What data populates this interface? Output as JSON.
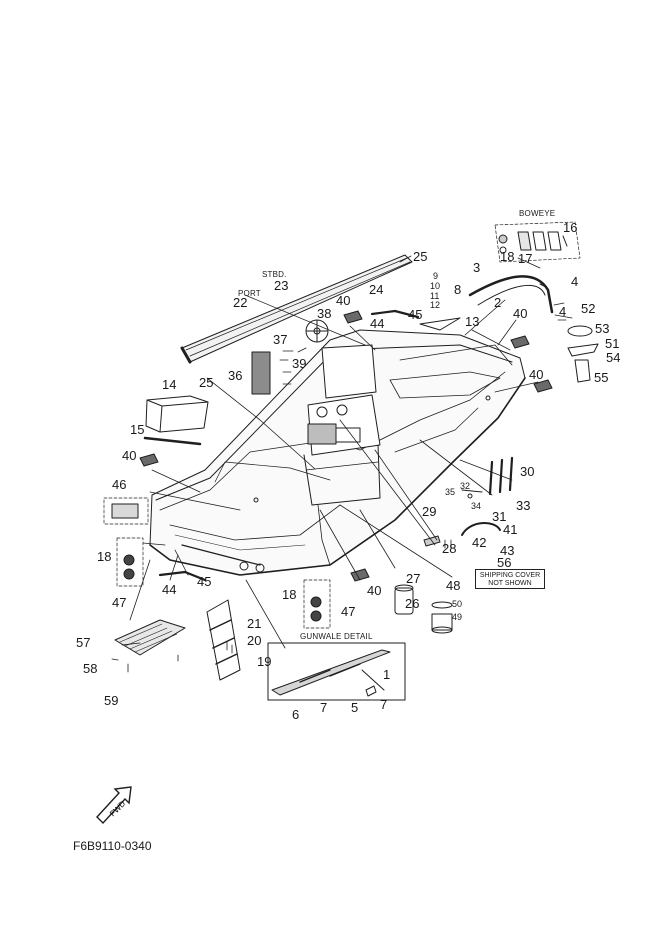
{
  "labels": {
    "boweye": "BOWEYE",
    "stbd": "STBD.",
    "port": "PORT",
    "gunwale_detail": "GUNWALE DETAIL",
    "shipping_cover_line1": "SHIPPING COVER",
    "shipping_cover_line2": "NOT SHOWN",
    "fwd": "FWD",
    "drawing_code": "F6B9110-0340"
  },
  "callouts": {
    "n1": "1",
    "n2": "2",
    "n3": "3",
    "n4a": "4",
    "n4b": "4",
    "n5": "5",
    "n6": "6",
    "n7a": "7",
    "n7b": "7",
    "n8": "8",
    "n9": "9",
    "n10": "10",
    "n11": "11",
    "n12": "12",
    "n13": "13",
    "n14": "14",
    "n15": "15",
    "n16": "16",
    "n17": "17",
    "n18a": "18",
    "n18b": "18",
    "n18c": "18",
    "n19": "19",
    "n20": "20",
    "n21": "21",
    "n22": "22",
    "n23": "23",
    "n24": "24",
    "n25a": "25",
    "n25b": "25",
    "n26": "26",
    "n27": "27",
    "n28": "28",
    "n29": "29",
    "n30": "30",
    "n31": "31",
    "n32": "32",
    "n33": "33",
    "n34": "34",
    "n35": "35",
    "n36": "36",
    "n37": "37",
    "n38": "38",
    "n39": "39",
    "n40a": "40",
    "n40b": "40",
    "n40c": "40",
    "n40d": "40",
    "n40e": "40",
    "n41": "41",
    "n42": "42",
    "n43": "43",
    "n44a": "44",
    "n44b": "44",
    "n45a": "45",
    "n45b": "45",
    "n46": "46",
    "n47a": "47",
    "n47b": "47",
    "n48": "48",
    "n49": "49",
    "n50": "50",
    "n51": "51",
    "n52": "52",
    "n53": "53",
    "n54": "54",
    "n55": "55",
    "n56": "56",
    "n57": "57",
    "n58": "58",
    "n59": "59"
  }
}
